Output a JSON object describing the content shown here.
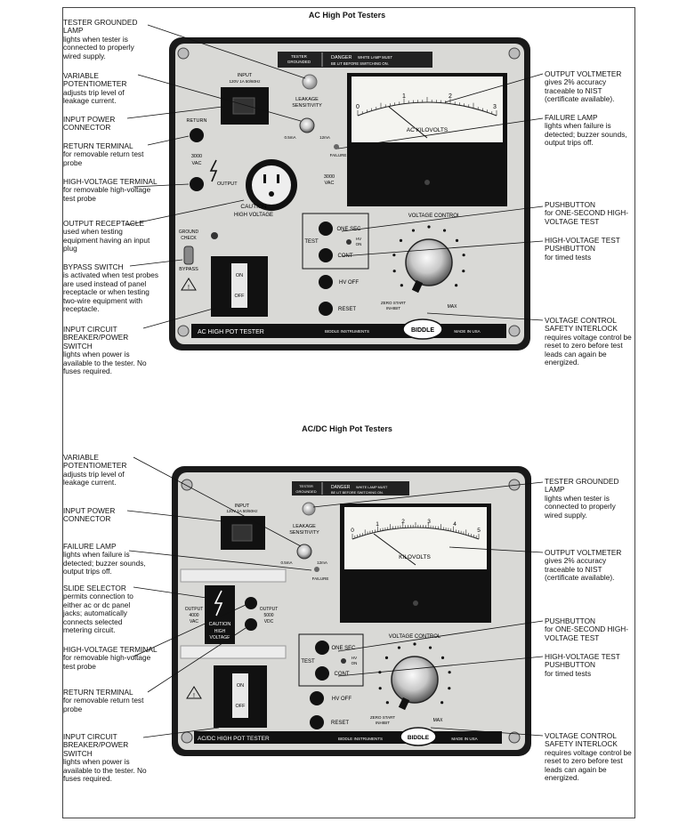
{
  "top": {
    "title": "AC High Pot Testers",
    "panel": {
      "tester_grounded": [
        "TESTER",
        "GROUNDED"
      ],
      "danger_word": "DANGER",
      "danger_line1": "WHITE LAMP MUST",
      "danger_line2": "BE LIT BEFORE SWITCHING ON.",
      "input": [
        "INPUT",
        "120V 1A 50/60Hz"
      ],
      "leakage": [
        "LEAKAGE",
        "SENSITIVITY"
      ],
      "pot_low": "0.5mA",
      "pot_high": "12mA",
      "meter_scale": [
        "0",
        "1",
        "2",
        "3"
      ],
      "meter_unit": "AC KILOVOLTS",
      "fail_label": "FAILURE",
      "return_label": "RETURN",
      "vac_3000": [
        "3000",
        "VAC"
      ],
      "output_label": "OUTPUT",
      "receptacle_vac": [
        "3000",
        "VAC"
      ],
      "caution": "CAUTION",
      "high_voltage": "HIGH VOLTAGE",
      "test_label": "TEST",
      "one_sec": "ONE SEC",
      "hv_on": [
        "HV",
        "ON"
      ],
      "cont": "CONT",
      "voltage_control": "VOLTAGE CONTROL",
      "hv_off": "HV OFF",
      "reset": "RESET",
      "zero_start": [
        "ZERO START",
        "INHIBIT"
      ],
      "max": "MAX",
      "ground_check": [
        "GROUND",
        "CHECK"
      ],
      "bypass": "BYPASS",
      "on": "ON",
      "off": "OFF",
      "nameplate": "AC HIGH POT TESTER",
      "maker": "BIDDLE INSTRUMENTS",
      "made_in": "MADE IN USA",
      "logo": "BIDDLE"
    },
    "callouts": {
      "tester_grounded": {
        "h": "TESTER GROUNDED LAMP",
        "d": "lights when tester is connected to properly wired supply."
      },
      "variable_pot": {
        "h": "VARIABLE POTENTIOMETER",
        "d": "adjusts trip level of leakage current."
      },
      "input_power": {
        "h": "INPUT POWER CONNECTOR",
        "d": ""
      },
      "return_terminal": {
        "h": "RETURN TERMINAL",
        "d": "for removable return test probe"
      },
      "hv_terminal": {
        "h": "HIGH-VOLTAGE TERMINAL",
        "d": "for removable high-voltage test probe"
      },
      "output_receptacle": {
        "h": "OUTPUT RECEPTACLE",
        "d": "used when testing equipment having an input plug"
      },
      "bypass_switch": {
        "h": "BYPASS SWITCH",
        "d": "is activated when test probes are used instead of panel receptacle or when testing two-wire equipment with receptacle."
      },
      "input_breaker": {
        "h": "INPUT CIRCUIT BREAKER/POWER SWITCH",
        "d": "lights when power is available to the tester. No fuses required."
      },
      "output_voltmeter": {
        "h": "OUTPUT VOLTMETER",
        "d": "gives 2% accuracy traceable to NIST (certificate available)."
      },
      "failure_lamp": {
        "h": "FAILURE LAMP",
        "d": "lights when failure is detected; buzzer sounds, output trips off."
      },
      "pushbutton": {
        "h": "PUSHBUTTON",
        "d": "for ONE-SECOND HIGH-VOLTAGE TEST"
      },
      "hv_pushbutton": {
        "h": "HIGH-VOLTAGE TEST PUSHBUTTON",
        "d": "for timed tests"
      },
      "interlock": {
        "h": "VOLTAGE CONTROL SAFETY INTERLOCK",
        "d": "requires voltage control be reset to zero before test leads can again be energized."
      }
    }
  },
  "bottom": {
    "title": "AC/DC High Pot Testers",
    "panel": {
      "tester_grounded": [
        "TESTER",
        "GROUNDED"
      ],
      "danger_word": "DANGER",
      "danger_line1": "WHITE LAMP MUST",
      "danger_line2": "BE LIT BEFORE SWITCHING ON.",
      "input": [
        "INPUT",
        "120V 1A 50/60Hz"
      ],
      "leakage": [
        "LEAKAGE",
        "SENSITIVITY"
      ],
      "pot_low": "0.5mA",
      "pot_high": "12mA",
      "fail_label": "FAILURE",
      "meter_scale": [
        "0",
        "1",
        "2",
        "3",
        "4",
        "5"
      ],
      "meter_unit": "KILOVOLTS",
      "output_ac": [
        "OUTPUT",
        "4000",
        "VAC"
      ],
      "output_dc": [
        "OUTPUT",
        "5000",
        "VDC"
      ],
      "caution": "CAUTION",
      "high_voltage": [
        "HIGH",
        "VOLTAGE"
      ],
      "test_label": "TEST",
      "one_sec": "ONE SEC",
      "hv_on": [
        "HV",
        "ON"
      ],
      "cont": "CONT",
      "voltage_control": "VOLTAGE CONTROL",
      "hv_off": "HV OFF",
      "reset": "RESET",
      "zero_start": [
        "ZERO START",
        "INHIBIT"
      ],
      "max": "MAX",
      "on": "ON",
      "off": "OFF",
      "nameplate": "AC/DC HIGH POT TESTER",
      "maker": "BIDDLE INSTRUMENTS",
      "made_in": "MADE IN USA",
      "logo": "BIDDLE"
    },
    "callouts": {
      "variable_pot": {
        "h": "VARIABLE POTENTIOMETER",
        "d": "adjusts trip level of leakage current."
      },
      "input_power": {
        "h": "INPUT POWER CONNECTOR",
        "d": ""
      },
      "failure_lamp": {
        "h": "FAILURE LAMP",
        "d": "lights when failure is detected; buzzer sounds, output trips off."
      },
      "slide_selector": {
        "h": "SLIDE SELECTOR",
        "d": "permits connection to either ac or dc panel jacks; automatically connects selected metering circuit."
      },
      "hv_terminal": {
        "h": "HIGH-VOLTAGE TERMINAL",
        "d": "for removable high-voltage test probe"
      },
      "return_terminal": {
        "h": "RETURN TERMINAL",
        "d": "for removable return test probe"
      },
      "input_breaker": {
        "h": "INPUT CIRCUIT BREAKER/POWER SWITCH",
        "d": "lights when power is available to the tester. No fuses required."
      },
      "tester_grounded": {
        "h": "TESTER GROUNDED LAMP",
        "d": "lights when tester is connected to properly wired supply."
      },
      "output_voltmeter": {
        "h": "OUTPUT VOLTMETER",
        "d": "gives 2% accuracy traceable to NIST (certificate available)."
      },
      "pushbutton": {
        "h": "PUSHBUTTON",
        "d": "for ONE-SECOND HIGH-VOLTAGE TEST"
      },
      "hv_pushbutton": {
        "h": "HIGH-VOLTAGE TEST PUSHBUTTON",
        "d": "for timed tests"
      },
      "interlock": {
        "h": "VOLTAGE CONTROL SAFETY INTERLOCK",
        "d": "requires voltage control be reset to zero before test leads can again be energized."
      }
    }
  }
}
